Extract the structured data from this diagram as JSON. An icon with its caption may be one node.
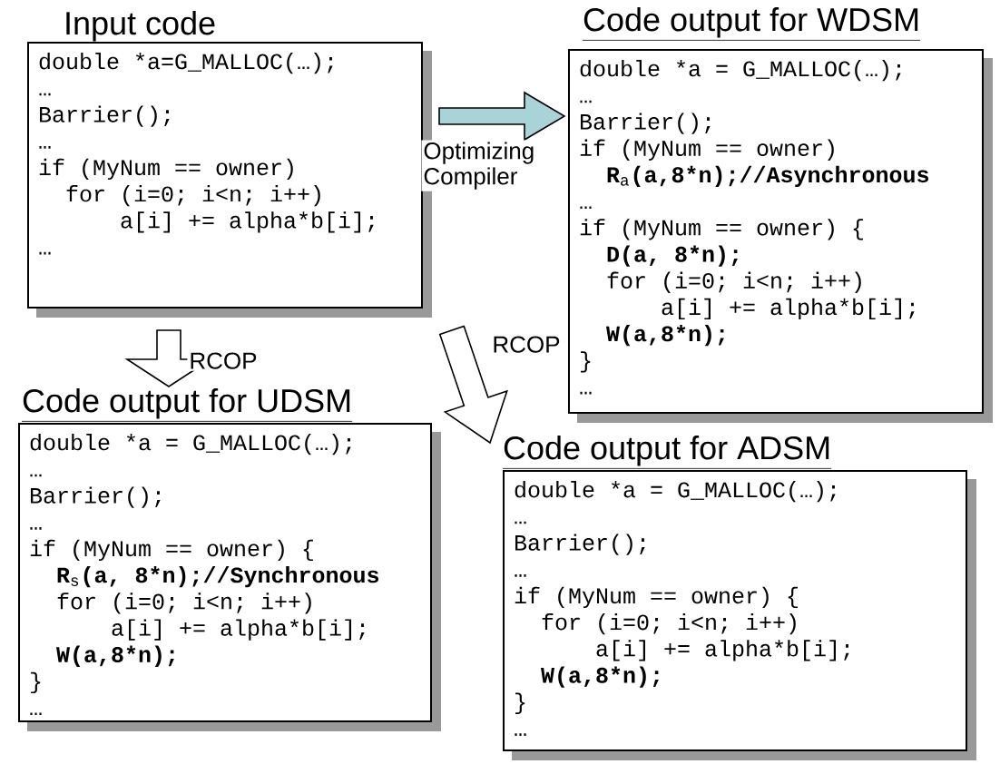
{
  "diagram": {
    "nodes": [
      {
        "text": [
          "Input code",
          "double *a=G_MALLOC(…);",
          "…",
          "Barrier();",
          "…",
          "if (MyNum == owner)",
          "for (i=0; i<n; i++)",
          "a[i] += alpha*b[i];",
          "…"
        ]
      },
      {
        "text": [
          "Code output for WDSM",
          "double *a = G_MALLOC(…);",
          "…",
          "Barrier();",
          "if (MyNum == owner)",
          "**R**$_{a}$**(a,8*n);//Asynchronous**",
          "…",
          "if (MyNum == owner) {",
          "**D(a, 8*n);**",
          "for (i=0; i<n; i++)",
          "a[i] += alpha*b[i];",
          "**W(a,8*n);**",
          "}",
          "…"
        ]
      },
      {
        "text": [
          "Code output for UDSM",
          "double *a = G_MALLOC(…);",
          "…",
          "Barrier();",
          "…",
          "if (MyNum == owner) {",
          "**R**$_{s}$**(a, 8*n);//Synchronous**",
          "for (i=0; i<n; i++)",
          "a[i] += alpha*b[i];",
          "**W(a,8*n);**",
          "}",
          "…"
        ]
      },
      {
        "text": [
          "Code output for ADSM",
          "double *a = G_MALLOC(…);",
          "…",
          "Barrier();",
          "…",
          "if (MyNum == owner) {",
          "for (i=0; i<n; i++)",
          "a[i] += alpha*b[i];",
          "**W(a,8*n);**",
          "}",
          "…"
        ]
      }
    ],
    "edges": [
      {
        "from": 0,
        "to": 1,
        "arrow": "to",
        "label": "Optimizing Compiler",
        "color": "#a9d3d6"
      },
      {
        "from": 0,
        "to": 2,
        "arrow": "to",
        "label": "RCOP"
      },
      {
        "from": 0,
        "to": 3,
        "arrow": "to",
        "label": "RCOP"
      }
    ]
  }
}
